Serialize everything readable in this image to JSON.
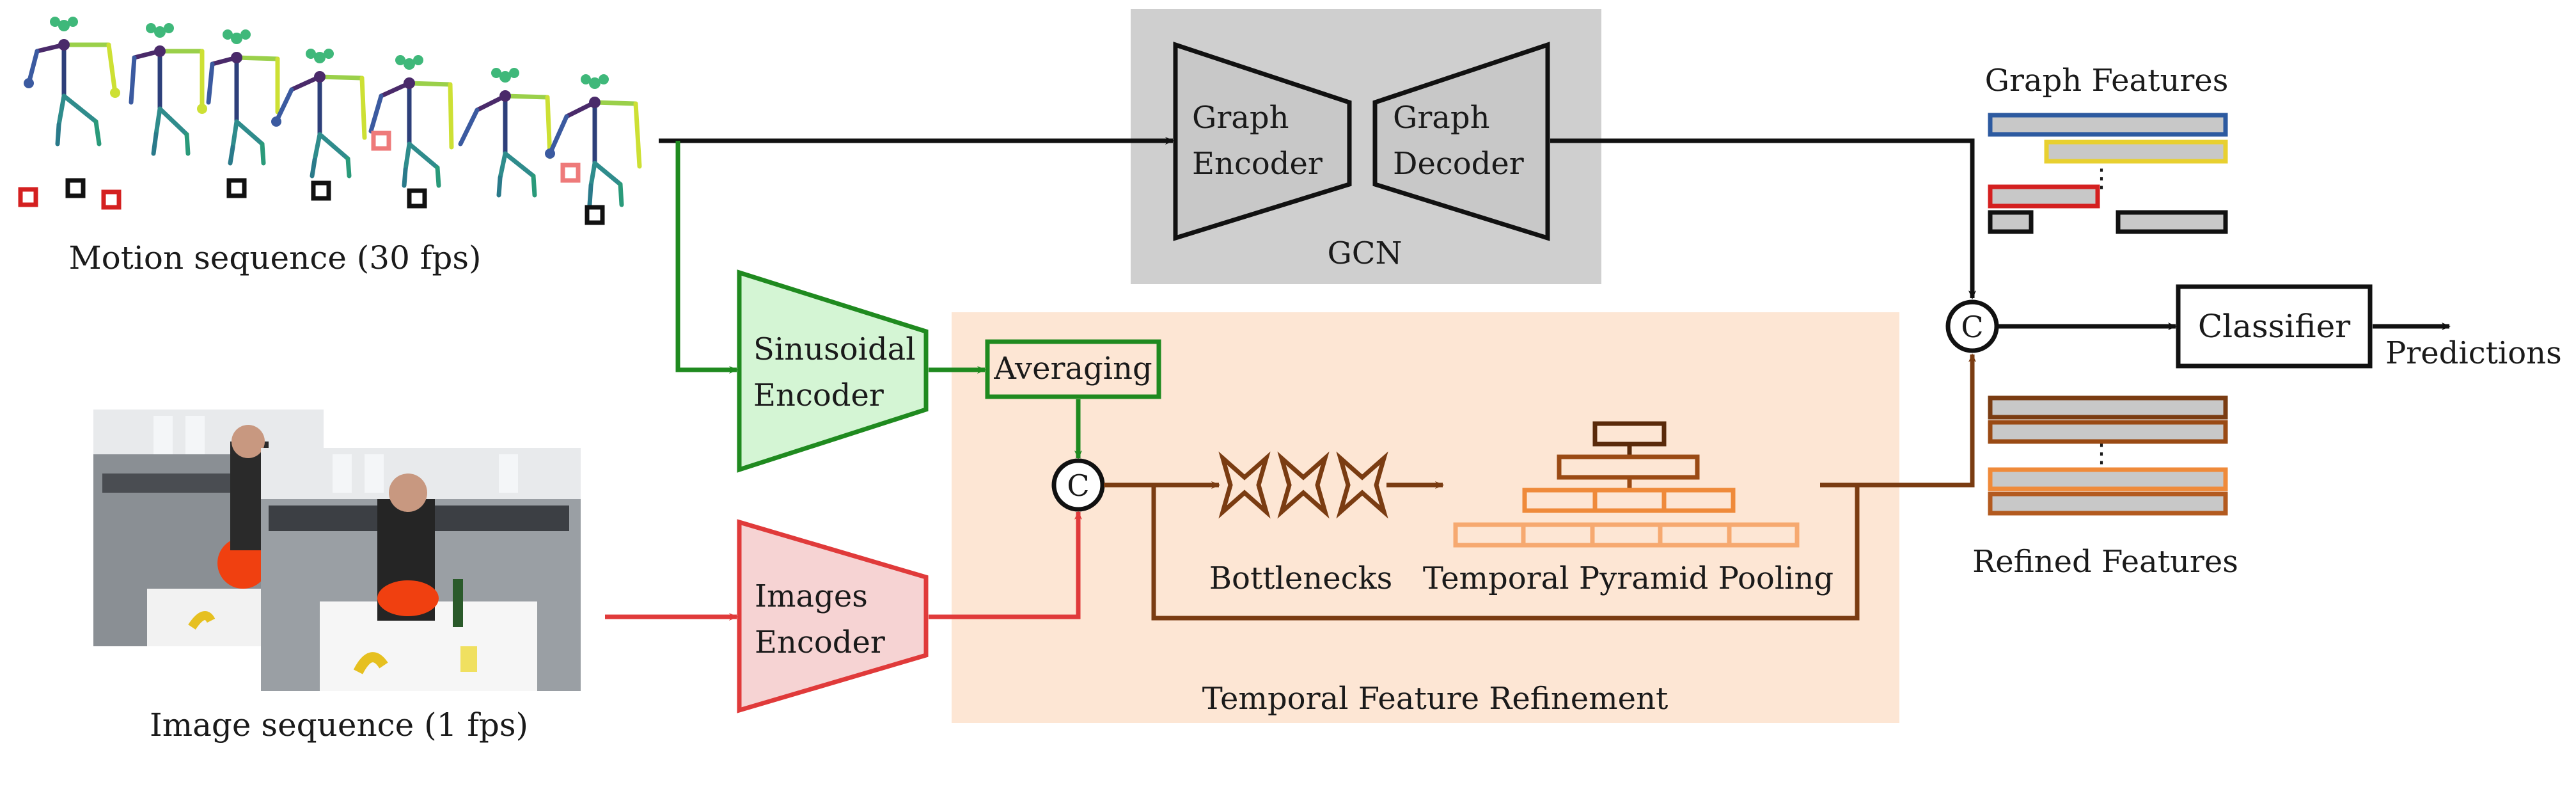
{
  "labels": {
    "motion_sequence": "Motion  sequence  (30  fps)",
    "image_sequence": "Image  sequence  (1  fps)",
    "graph_encoder": [
      "Graph",
      "Encoder"
    ],
    "graph_decoder": [
      "Graph",
      "Decoder"
    ],
    "gcn": "GCN",
    "sinusoidal_encoder": [
      "Sinusoidal",
      "Encoder"
    ],
    "images_encoder": [
      "Images",
      "Encoder"
    ],
    "averaging": "Averaging",
    "concat": "C",
    "bottlenecks": "Bottlenecks",
    "temporal_pyramid_pooling": "Temporal  Pyramid  Pooling",
    "temporal_feature_refinement": "Temporal  Feature  Refinement",
    "graph_features": "Graph  Features",
    "refined_features": "Refined  Features",
    "classifier": "Classifier",
    "predictions": "Predictions",
    "ellipsis": "⋮"
  },
  "colors": {
    "gcn_bg": "#cfcfcf",
    "tfr_bg": "#fde6d4",
    "green": "#1f8a1f",
    "green_fill": "#d4f5d4",
    "red": "#e03a3a",
    "red_fill": "#f6d3d3",
    "brown": "#7a3c12",
    "orange_dark": "#b35a1f",
    "orange": "#ef8a3a",
    "orange_light": "#f6a970",
    "feature_blue": "#2d5aa0",
    "feature_yellow": "#e8d030",
    "feature_red": "#d42020",
    "feature_grey": "#c8c8c8"
  }
}
